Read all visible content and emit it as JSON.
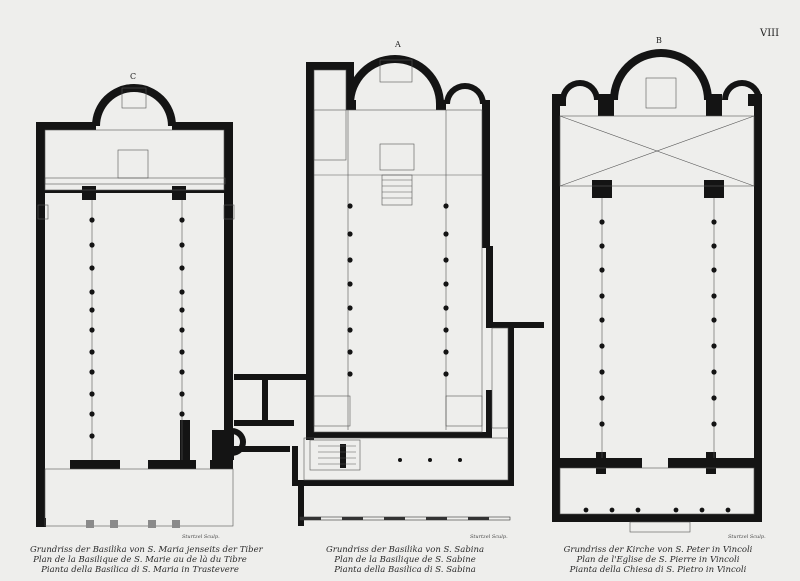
{
  "plate": {
    "number": "VIII",
    "letters": {
      "left": "C",
      "middle": "A",
      "right": "B"
    }
  },
  "plans": [
    {
      "id": "left",
      "caption": [
        "Grundriss der Basilika von S. Maria jenseits der Tiber",
        "Plan de la Basilique de S. Marie au de là du Tibre",
        "Pianta della Basilica di S. Maria in Trastevere"
      ],
      "artist": "Sturtzel Sculp."
    },
    {
      "id": "middle",
      "caption": [
        "Grundriss der Basilika von S. Sabina",
        "Plan de la Basilique de S. Sabine",
        "Pianta della Basilica di S. Sabina"
      ],
      "artist": "Sturtzel Sculp."
    },
    {
      "id": "right",
      "caption": [
        "Grundriss der Kirche von S. Peter in Vincoli",
        "Plan de l'Eglise de S. Pierre in Vincoli",
        "Pianta della Chiesa di S. Pietro in Vincoli"
      ],
      "artist": "Sturtzel Sculp."
    }
  ],
  "colors": {
    "paper": "#eeeeec",
    "ink": "#141414",
    "fine_line": "#555555"
  }
}
